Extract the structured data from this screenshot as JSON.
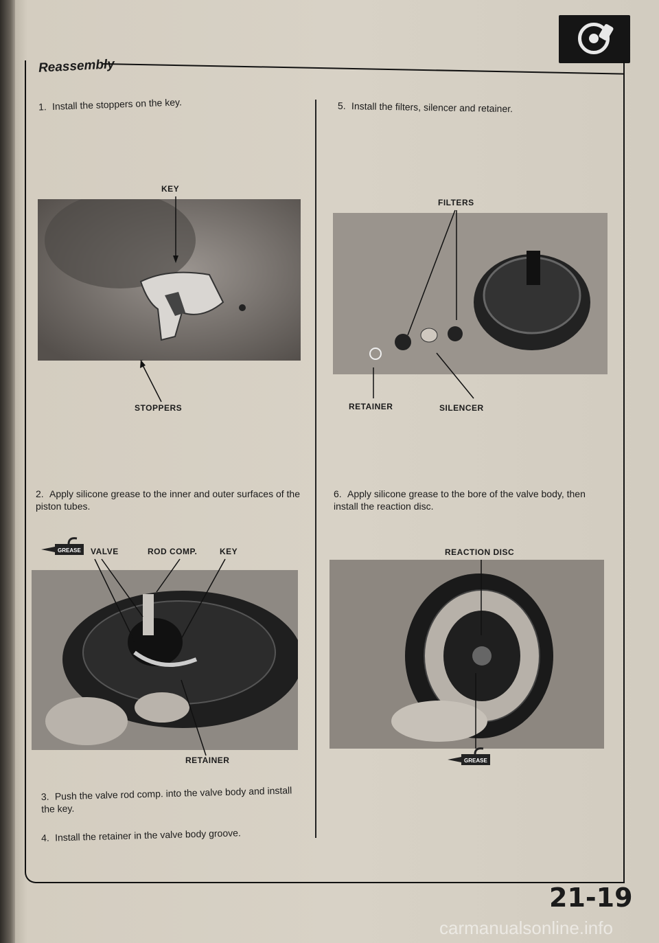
{
  "header": {
    "section_title": "Reassembly"
  },
  "steps": {
    "s1": {
      "num": "1.",
      "text": "Install the stoppers on the key."
    },
    "s2": {
      "num": "2.",
      "text": "Apply silicone grease to the inner and outer surfaces of the piston tubes."
    },
    "s3": {
      "num": "3.",
      "text": "Push the valve rod comp. into the valve body and install the key."
    },
    "s4": {
      "num": "4.",
      "text": "Install the retainer in the valve body groove."
    },
    "s5": {
      "num": "5.",
      "text": "Install the filters, silencer and retainer."
    },
    "s6": {
      "num": "6.",
      "text": "Apply silicone grease to the bore of the valve body, then install the reaction disc."
    }
  },
  "labels": {
    "key_top": "KEY",
    "stoppers": "STOPPERS",
    "valve": "VALVE",
    "rod_comp": "ROD COMP.",
    "key_mid": "KEY",
    "retainer_left": "RETAINER",
    "filters": "FILTERS",
    "retainer_right": "RETAINER",
    "silencer": "SILENCER",
    "reaction_disc": "REACTION DISC",
    "grease": "GREASE"
  },
  "footer": {
    "page_number": "21-19",
    "watermark": "carmanualsonline.info"
  },
  "colors": {
    "ink": "#1b1b1b",
    "paper": "#d8d2c6",
    "photo_dark": "#2a2a2a"
  },
  "icons": [
    "brake-disc-icon",
    "grease-gun-icon"
  ]
}
